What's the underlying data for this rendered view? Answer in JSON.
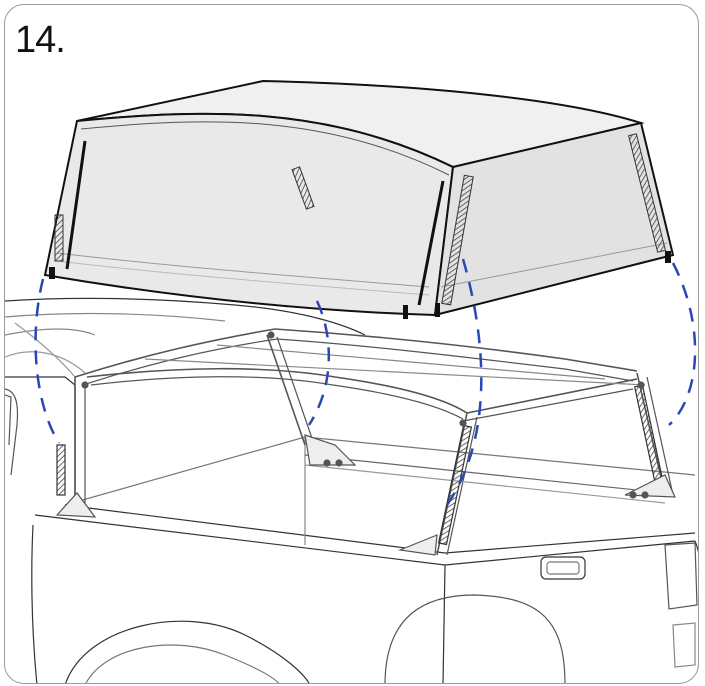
{
  "figure": {
    "step_label": "14.",
    "colors": {
      "outline": "#111111",
      "cover_fill": "#ececec",
      "cover_side_fill": "#e2e2e2",
      "frame_line": "#555555",
      "truck_line": "#333333",
      "guide_dash": "#2b47b5",
      "hatch": "#444444"
    },
    "parts": [
      "cover-shell",
      "frame-arches",
      "truck-bed",
      "alignment-guides"
    ]
  }
}
